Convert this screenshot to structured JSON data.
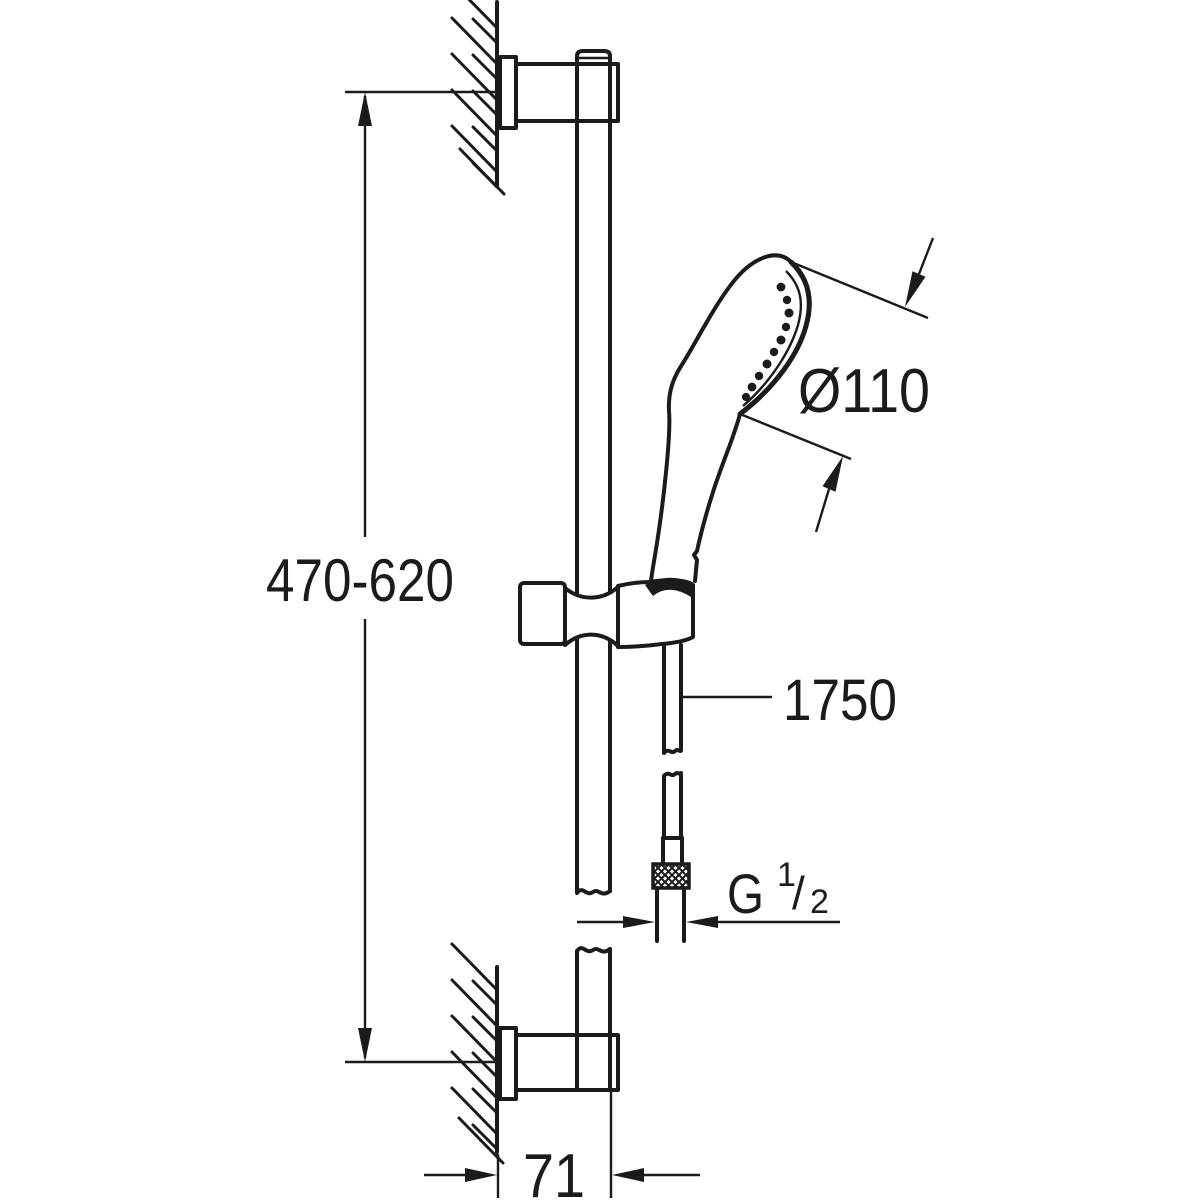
{
  "labels": {
    "rail_mounting_range": "470-620",
    "head_diameter": "Ø110",
    "hose_length": "1750",
    "thread_letter": "G",
    "thread_numerator": "1",
    "thread_slash": "/",
    "thread_denominator": "2",
    "wall_offset": "71"
  },
  "colors": {
    "line": "#1b1b1b",
    "background": "#ffffff"
  }
}
